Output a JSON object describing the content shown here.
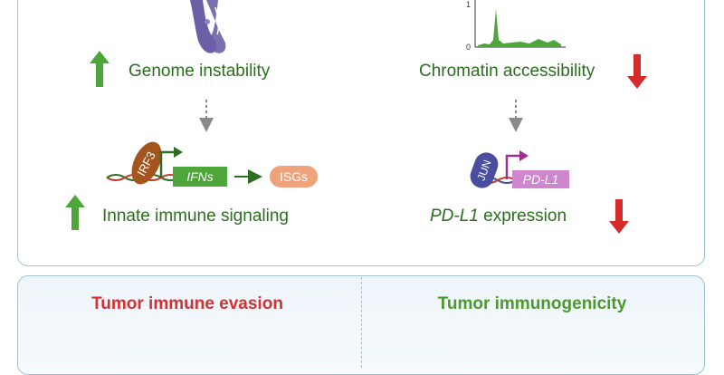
{
  "left": {
    "labels": {
      "genome_instability": "Genome instability",
      "innate_immune_signaling": "Innate immune signaling"
    },
    "tags": {
      "irf3": "IRF3",
      "ifns": "IFNs",
      "isgs": "ISGs"
    }
  },
  "right": {
    "labels": {
      "chromatin_accessibility": "Chromatin accessibility",
      "pdl1_gene": "PD-L1",
      "expression": " expression"
    },
    "tags": {
      "jun": "JUN",
      "pdl1_box": "PD-L1"
    },
    "plot": {
      "y_max": "1",
      "y_min": "0"
    }
  },
  "bottom": {
    "left_title": "Tumor immune evasion",
    "right_title": "Tumor immunogenicity"
  },
  "colors": {
    "green_text": "#2b6e1f",
    "up_arrow": "#4ea63a",
    "down_arrow": "#d62b2b",
    "red_title": "#d13232",
    "green_title": "#4a9a2c",
    "chromosome": "#6d5fa6",
    "irf3": "#a4551e",
    "ifns_box": "#4ea63a",
    "isgs": "#f0a37b",
    "jun": "#4b4e9e",
    "pdl1_box": "#cf86cf"
  }
}
